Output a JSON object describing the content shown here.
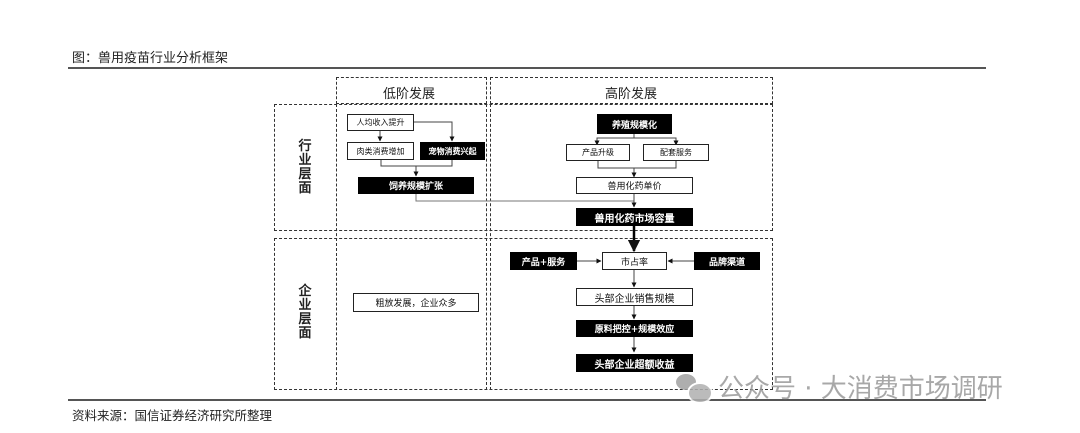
{
  "figure": {
    "caption": "图：兽用疫苗行业分析框架",
    "source": "资料来源：国信证券经济研究所整理"
  },
  "columns": {
    "low": "低阶发展",
    "high": "高阶发展"
  },
  "rows": {
    "industry": "行业层面",
    "enterprise": "企业层面"
  },
  "low_industry": {
    "income": "人均收入提升",
    "meat": "肉类消费增加",
    "pet": "宠物消费兴起",
    "feeding": "饲养规模扩张"
  },
  "high_industry": {
    "scale": "养殖规模化",
    "upgrade": "产品升级",
    "service": "配套服务",
    "unit_price": "兽用化药单价",
    "market_size": "兽用化药市场容量"
  },
  "low_enterprise": {
    "extensive": "粗放发展，企业众多"
  },
  "high_enterprise": {
    "product_service": "产品+服务",
    "market_share": "市占率",
    "brand_channel": "品牌渠道",
    "leader_sales": "头部企业销售规模",
    "raw_material": "原料把控+规模效应",
    "excess_return": "头部企业超额收益"
  },
  "watermark": {
    "icon": "wechat-icon",
    "text": "公众号 · 大消费市场调研"
  }
}
